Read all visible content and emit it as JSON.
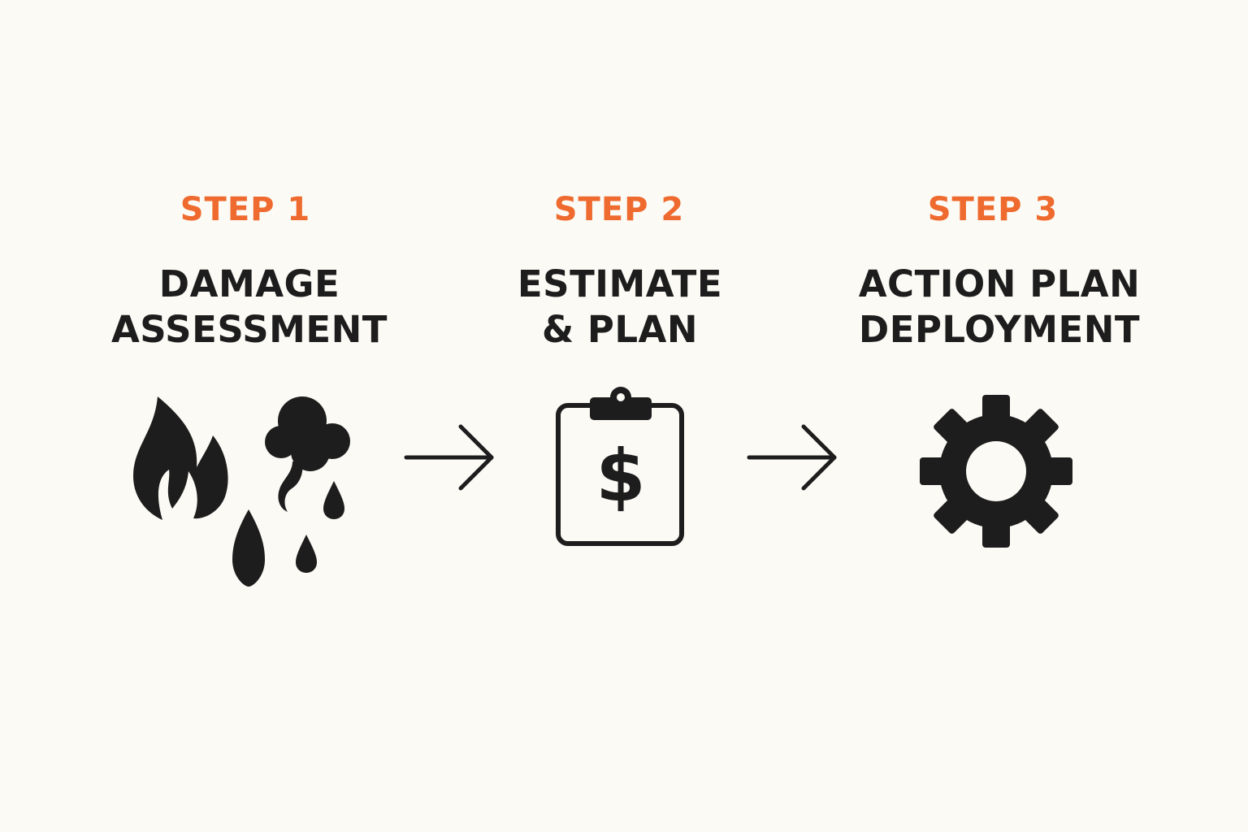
{
  "colors": {
    "background": "#fcfaf5",
    "accent": "#ee6a2e",
    "ink": "#1d1d1d"
  },
  "steps": [
    {
      "label": "STEP 1",
      "title_lines": [
        "DAMAGE",
        "ASSESSMENT"
      ],
      "icon": "fire-smoke-water-icon"
    },
    {
      "label": "STEP 2",
      "title_lines": [
        "ESTIMATE",
        "& PLAN"
      ],
      "icon": "clipboard-dollar-icon"
    },
    {
      "label": "STEP 3",
      "title_lines": [
        "ACTION PLAN",
        "DEPLOYMENT"
      ],
      "icon": "gear-icon"
    }
  ],
  "connectors": [
    "arrow-right-icon",
    "arrow-right-icon"
  ]
}
